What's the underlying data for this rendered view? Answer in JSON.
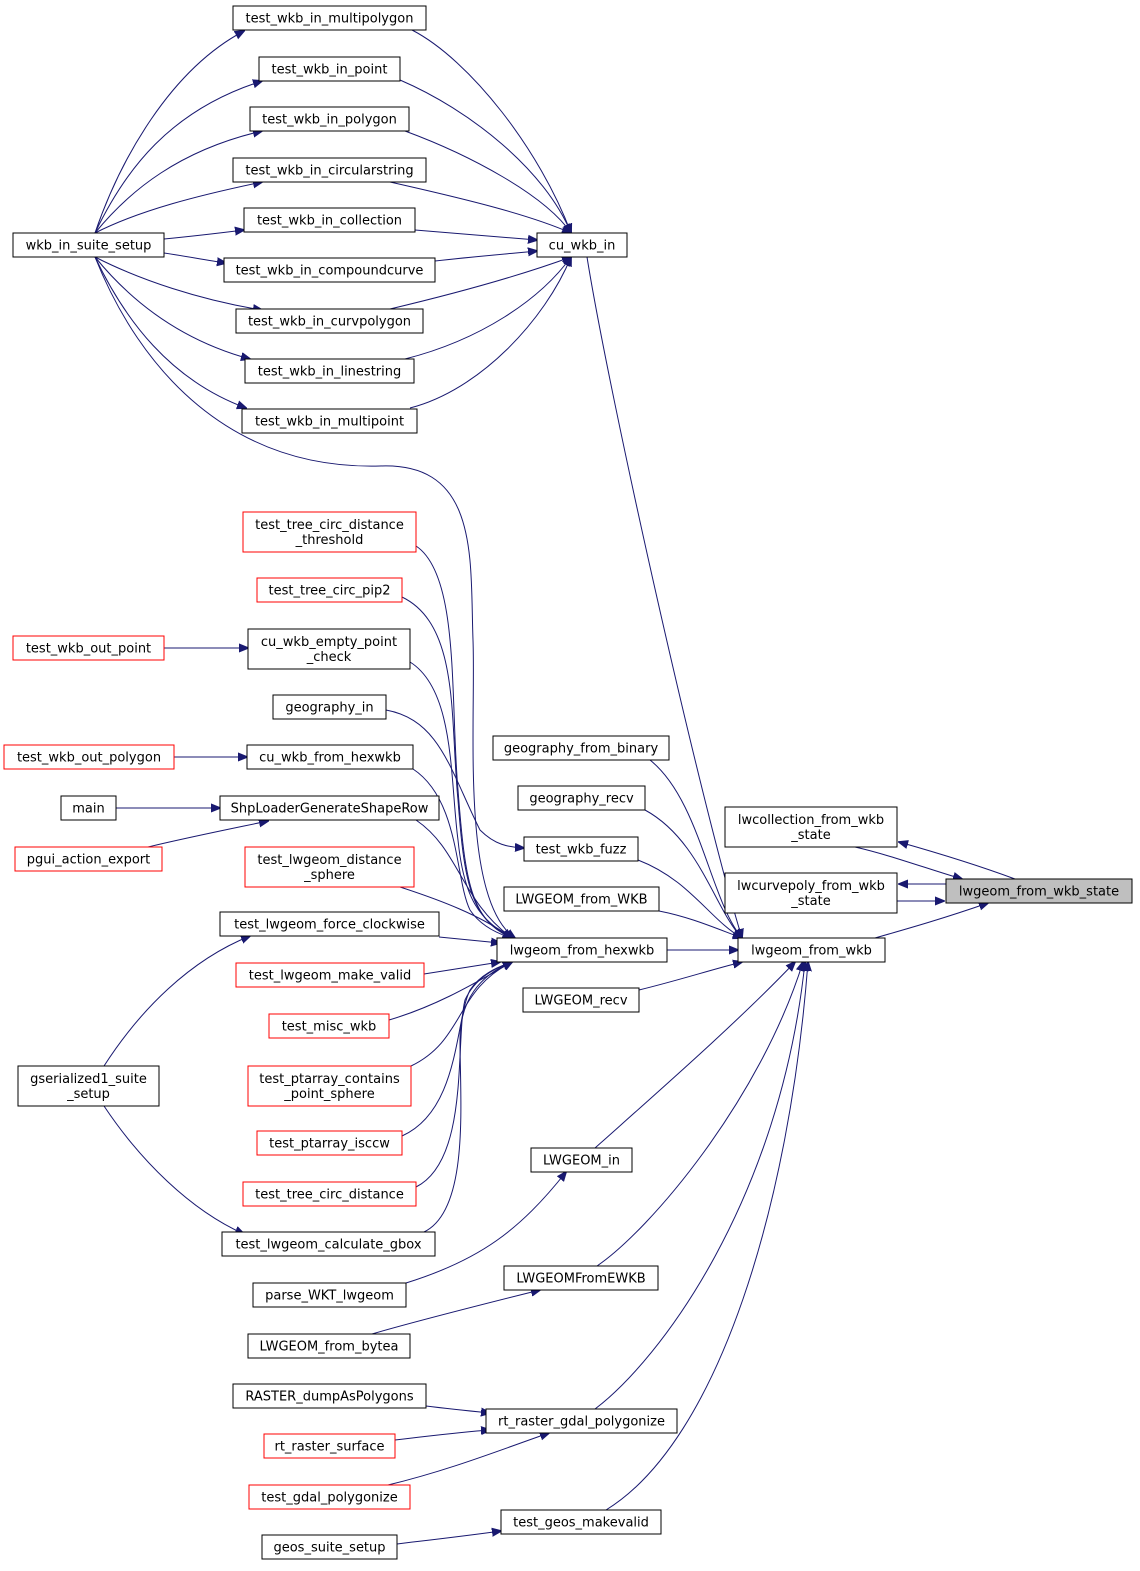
{
  "nodes": [
    {
      "id": "n_multipolygon",
      "lines": [
        "test_wkb_in_multipolygon"
      ],
      "color": "black"
    },
    {
      "id": "n_point",
      "lines": [
        "test_wkb_in_point"
      ],
      "color": "black"
    },
    {
      "id": "n_polygon",
      "lines": [
        "test_wkb_in_polygon"
      ],
      "color": "black"
    },
    {
      "id": "n_circularstring",
      "lines": [
        "test_wkb_in_circularstring"
      ],
      "color": "black"
    },
    {
      "id": "n_collection",
      "lines": [
        "test_wkb_in_collection"
      ],
      "color": "black"
    },
    {
      "id": "n_compoundcurve",
      "lines": [
        "test_wkb_in_compoundcurve"
      ],
      "color": "black"
    },
    {
      "id": "n_curvpolygon",
      "lines": [
        "test_wkb_in_curvpolygon"
      ],
      "color": "black"
    },
    {
      "id": "n_linestring",
      "lines": [
        "test_wkb_in_linestring"
      ],
      "color": "black"
    },
    {
      "id": "n_multipoint",
      "lines": [
        "test_wkb_in_multipoint"
      ],
      "color": "black"
    },
    {
      "id": "n_suite_setup",
      "lines": [
        "wkb_in_suite_setup"
      ],
      "color": "black"
    },
    {
      "id": "n_cu_wkb_in",
      "lines": [
        "cu_wkb_in"
      ],
      "color": "black"
    },
    {
      "id": "n_tree_thresh",
      "lines": [
        "test_tree_circ_distance",
        "_threshold"
      ],
      "color": "red"
    },
    {
      "id": "n_pip2",
      "lines": [
        "test_tree_circ_pip2"
      ],
      "color": "red"
    },
    {
      "id": "n_out_point",
      "lines": [
        "test_wkb_out_point"
      ],
      "color": "red"
    },
    {
      "id": "n_empty_point",
      "lines": [
        "cu_wkb_empty_point",
        "_check"
      ],
      "color": "black"
    },
    {
      "id": "n_geography_in",
      "lines": [
        "geography_in"
      ],
      "color": "black"
    },
    {
      "id": "n_out_polygon",
      "lines": [
        "test_wkb_out_polygon"
      ],
      "color": "red"
    },
    {
      "id": "n_from_hexwkb_cu",
      "lines": [
        "cu_wkb_from_hexwkb"
      ],
      "color": "black"
    },
    {
      "id": "n_main",
      "lines": [
        "main"
      ],
      "color": "black"
    },
    {
      "id": "n_shploader",
      "lines": [
        "ShpLoaderGenerateShapeRow"
      ],
      "color": "black"
    },
    {
      "id": "n_pgui",
      "lines": [
        "pgui_action_export"
      ],
      "color": "red"
    },
    {
      "id": "n_dist_sphere",
      "lines": [
        "test_lwgeom_distance",
        "_sphere"
      ],
      "color": "red"
    },
    {
      "id": "n_force_cw",
      "lines": [
        "test_lwgeom_force_clockwise"
      ],
      "color": "black"
    },
    {
      "id": "n_make_valid",
      "lines": [
        "test_lwgeom_make_valid"
      ],
      "color": "red"
    },
    {
      "id": "n_misc_wkb",
      "lines": [
        "test_misc_wkb"
      ],
      "color": "red"
    },
    {
      "id": "n_gser_setup",
      "lines": [
        "gserialized1_suite",
        "_setup"
      ],
      "color": "black"
    },
    {
      "id": "n_pt_sphere",
      "lines": [
        "test_ptarray_contains",
        "_point_sphere"
      ],
      "color": "red"
    },
    {
      "id": "n_isccw",
      "lines": [
        "test_ptarray_isccw"
      ],
      "color": "red"
    },
    {
      "id": "n_tree_dist",
      "lines": [
        "test_tree_circ_distance"
      ],
      "color": "red"
    },
    {
      "id": "n_calc_gbox",
      "lines": [
        "test_lwgeom_calculate_gbox"
      ],
      "color": "black"
    },
    {
      "id": "n_geo_binary",
      "lines": [
        "geography_from_binary"
      ],
      "color": "black"
    },
    {
      "id": "n_geo_recv",
      "lines": [
        "geography_recv"
      ],
      "color": "black"
    },
    {
      "id": "n_wkb_fuzz",
      "lines": [
        "test_wkb_fuzz"
      ],
      "color": "black"
    },
    {
      "id": "n_LW_from_WKB",
      "lines": [
        "LWGEOM_from_WKB"
      ],
      "color": "black"
    },
    {
      "id": "n_from_hexwkb",
      "lines": [
        "lwgeom_from_hexwkb"
      ],
      "color": "black"
    },
    {
      "id": "n_LW_recv",
      "lines": [
        "LWGEOM_recv"
      ],
      "color": "black"
    },
    {
      "id": "n_LW_in",
      "lines": [
        "LWGEOM_in"
      ],
      "color": "black"
    },
    {
      "id": "n_parse_wkt",
      "lines": [
        "parse_WKT_lwgeom"
      ],
      "color": "black"
    },
    {
      "id": "n_LW_fromEWKB",
      "lines": [
        "LWGEOMFromEWKB"
      ],
      "color": "black"
    },
    {
      "id": "n_LW_bytea",
      "lines": [
        "LWGEOM_from_bytea"
      ],
      "color": "black"
    },
    {
      "id": "n_raster_dump",
      "lines": [
        "RASTER_dumpAsPolygons"
      ],
      "color": "black"
    },
    {
      "id": "n_raster_surface",
      "lines": [
        "rt_raster_surface"
      ],
      "color": "red"
    },
    {
      "id": "n_gdal_poly_test",
      "lines": [
        "test_gdal_polygonize"
      ],
      "color": "red"
    },
    {
      "id": "n_gdal_poly",
      "lines": [
        "rt_raster_gdal_polygonize"
      ],
      "color": "black"
    },
    {
      "id": "n_geos_setup",
      "lines": [
        "geos_suite_setup"
      ],
      "color": "black"
    },
    {
      "id": "n_geos_makevalid",
      "lines": [
        "test_geos_makevalid"
      ],
      "color": "black"
    },
    {
      "id": "n_lwcoll_state",
      "lines": [
        "lwcollection_from_wkb",
        "_state"
      ],
      "color": "black"
    },
    {
      "id": "n_lwcurve_state",
      "lines": [
        "lwcurvepoly_from_wkb",
        "_state"
      ],
      "color": "black"
    },
    {
      "id": "n_from_wkb",
      "lines": [
        "lwgeom_from_wkb"
      ],
      "color": "black"
    },
    {
      "id": "n_focus",
      "lines": [
        "lwgeom_from_wkb_state"
      ],
      "color": "focus"
    }
  ],
  "edges": [
    {
      "from": "n_suite_setup",
      "to": "n_multipolygon"
    },
    {
      "from": "n_suite_setup",
      "to": "n_point"
    },
    {
      "from": "n_suite_setup",
      "to": "n_polygon"
    },
    {
      "from": "n_suite_setup",
      "to": "n_circularstring"
    },
    {
      "from": "n_suite_setup",
      "to": "n_collection"
    },
    {
      "from": "n_suite_setup",
      "to": "n_compoundcurve"
    },
    {
      "from": "n_suite_setup",
      "to": "n_curvpolygon"
    },
    {
      "from": "n_suite_setup",
      "to": "n_linestring"
    },
    {
      "from": "n_suite_setup",
      "to": "n_multipoint"
    },
    {
      "from": "n_multipolygon",
      "to": "n_cu_wkb_in"
    },
    {
      "from": "n_point",
      "to": "n_cu_wkb_in"
    },
    {
      "from": "n_polygon",
      "to": "n_cu_wkb_in"
    },
    {
      "from": "n_circularstring",
      "to": "n_cu_wkb_in"
    },
    {
      "from": "n_collection",
      "to": "n_cu_wkb_in"
    },
    {
      "from": "n_compoundcurve",
      "to": "n_cu_wkb_in"
    },
    {
      "from": "n_curvpolygon",
      "to": "n_cu_wkb_in"
    },
    {
      "from": "n_linestring",
      "to": "n_cu_wkb_in"
    },
    {
      "from": "n_multipoint",
      "to": "n_cu_wkb_in"
    },
    {
      "from": "n_cu_wkb_in",
      "to": "n_from_wkb"
    },
    {
      "from": "n_suite_setup",
      "to": "n_from_hexwkb"
    },
    {
      "from": "n_out_point",
      "to": "n_empty_point"
    },
    {
      "from": "n_out_polygon",
      "to": "n_from_hexwkb_cu"
    },
    {
      "from": "n_main",
      "to": "n_shploader"
    },
    {
      "from": "n_pgui",
      "to": "n_shploader"
    },
    {
      "from": "n_gser_setup",
      "to": "n_force_cw"
    },
    {
      "from": "n_gser_setup",
      "to": "n_calc_gbox"
    },
    {
      "from": "n_tree_thresh",
      "to": "n_from_hexwkb"
    },
    {
      "from": "n_pip2",
      "to": "n_from_hexwkb"
    },
    {
      "from": "n_empty_point",
      "to": "n_from_hexwkb"
    },
    {
      "from": "n_geography_in",
      "to": "n_wkb_fuzz"
    },
    {
      "from": "n_from_hexwkb_cu",
      "to": "n_from_hexwkb"
    },
    {
      "from": "n_shploader",
      "to": "n_from_hexwkb"
    },
    {
      "from": "n_dist_sphere",
      "to": "n_from_hexwkb"
    },
    {
      "from": "n_force_cw",
      "to": "n_from_hexwkb"
    },
    {
      "from": "n_make_valid",
      "to": "n_from_hexwkb"
    },
    {
      "from": "n_misc_wkb",
      "to": "n_from_hexwkb"
    },
    {
      "from": "n_pt_sphere",
      "to": "n_from_hexwkb"
    },
    {
      "from": "n_isccw",
      "to": "n_from_hexwkb"
    },
    {
      "from": "n_tree_dist",
      "to": "n_from_hexwkb"
    },
    {
      "from": "n_calc_gbox",
      "to": "n_from_hexwkb"
    },
    {
      "from": "n_geo_binary",
      "to": "n_from_wkb"
    },
    {
      "from": "n_geo_recv",
      "to": "n_from_wkb"
    },
    {
      "from": "n_wkb_fuzz",
      "to": "n_from_wkb"
    },
    {
      "from": "n_LW_from_WKB",
      "to": "n_from_wkb"
    },
    {
      "from": "n_from_hexwkb",
      "to": "n_from_wkb"
    },
    {
      "from": "n_LW_recv",
      "to": "n_from_wkb"
    },
    {
      "from": "n_LW_in",
      "to": "n_from_wkb"
    },
    {
      "from": "n_parse_wkt",
      "to": "n_LW_in"
    },
    {
      "from": "n_LW_fromEWKB",
      "to": "n_from_wkb"
    },
    {
      "from": "n_LW_bytea",
      "to": "n_LW_fromEWKB"
    },
    {
      "from": "n_raster_dump",
      "to": "n_gdal_poly"
    },
    {
      "from": "n_raster_surface",
      "to": "n_gdal_poly"
    },
    {
      "from": "n_gdal_poly_test",
      "to": "n_gdal_poly"
    },
    {
      "from": "n_gdal_poly",
      "to": "n_from_wkb"
    },
    {
      "from": "n_geos_setup",
      "to": "n_geos_makevalid"
    },
    {
      "from": "n_geos_makevalid",
      "to": "n_from_wkb"
    },
    {
      "from": "n_from_wkb",
      "to": "n_focus"
    },
    {
      "from": "n_lwcoll_state",
      "to": "n_focus"
    },
    {
      "from": "n_focus",
      "to": "n_lwcoll_state"
    },
    {
      "from": "n_lwcurve_state",
      "to": "n_focus"
    },
    {
      "from": "n_focus",
      "to": "n_lwcurve_state"
    }
  ]
}
